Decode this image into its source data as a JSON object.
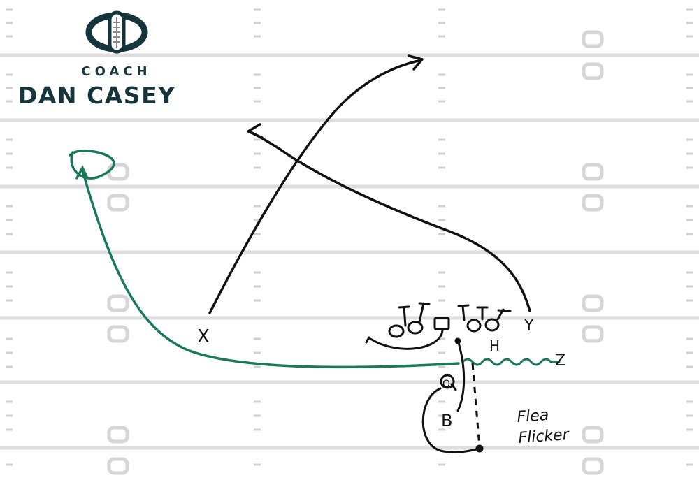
{
  "logo": {
    "coach": "COACH",
    "name": "DAN CASEY",
    "mark_color": "#16343c",
    "mark_stripe_color": "#888888"
  },
  "play": {
    "name_line1": "Flea",
    "name_line2": "Flicker",
    "labels": {
      "x": "X",
      "h": "H",
      "y": "Y",
      "z": "Z",
      "q": "Q",
      "b": "B"
    }
  },
  "colors": {
    "field_line": "#dedede",
    "hash": "#d0d0d0",
    "ink": "#111111",
    "green_route": "#1a7a55",
    "logo": "#16343c"
  }
}
